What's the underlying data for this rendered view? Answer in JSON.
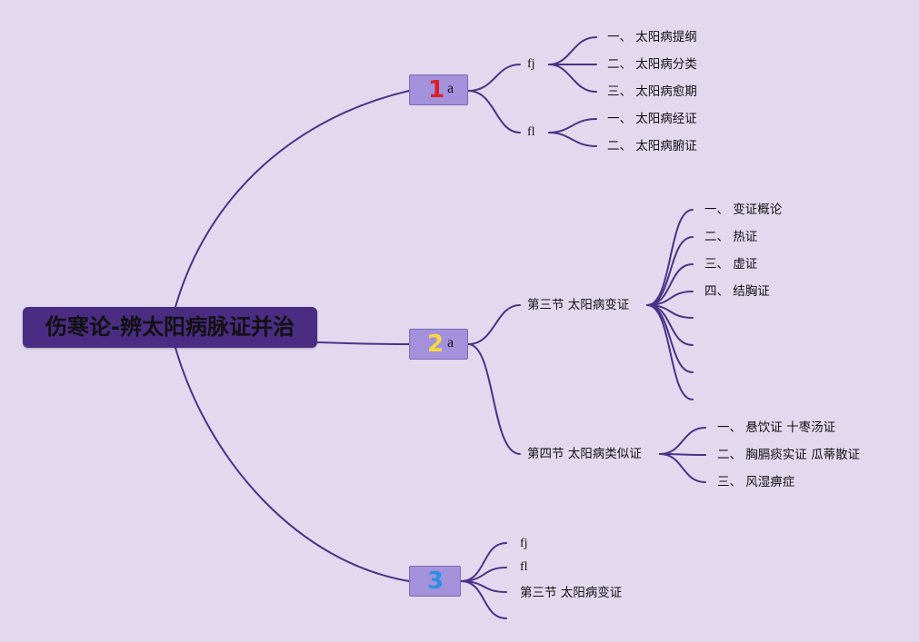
{
  "root": {
    "title": "伤寒论-辨太阳病脉证并治"
  },
  "branches": [
    {
      "number": "1",
      "suffix": "a",
      "number_color": "#d8202c",
      "children": [
        {
          "label": "fj",
          "items": [
            "一、 太阳病提纲",
            "二、 太阳病分类",
            "三、 太阳病愈期"
          ]
        },
        {
          "label": "fl",
          "items": [
            "一、 太阳病经证",
            "二、 太阳病腑证"
          ]
        }
      ]
    },
    {
      "number": "2",
      "suffix": "a",
      "number_color": "#f4d83f",
      "children": [
        {
          "label": "第三节 太阳病变证",
          "items": [
            "一、 变证概论",
            "二、 热证",
            "三、 虚证",
            "四、 结胸证",
            "",
            "",
            "",
            ""
          ]
        },
        {
          "label": "第四节 太阳病类似证",
          "items": [
            "一、 悬饮证 十枣汤证",
            "二、 胸膈痰实证 瓜蒂散证",
            "三、 风湿痹症"
          ]
        }
      ]
    },
    {
      "number": "3",
      "suffix": "",
      "number_color": "#2d8fe2",
      "children": [
        {
          "label": "fj",
          "items": []
        },
        {
          "label": "fl",
          "items": []
        },
        {
          "label": "第三节 太阳病变证",
          "items": []
        },
        {
          "label": "",
          "items": []
        }
      ]
    }
  ],
  "colors": {
    "background": "#e3d9ee",
    "root_fill": "#4a2c82",
    "branch_fill": "#a391db",
    "connector": "#4a3286"
  }
}
